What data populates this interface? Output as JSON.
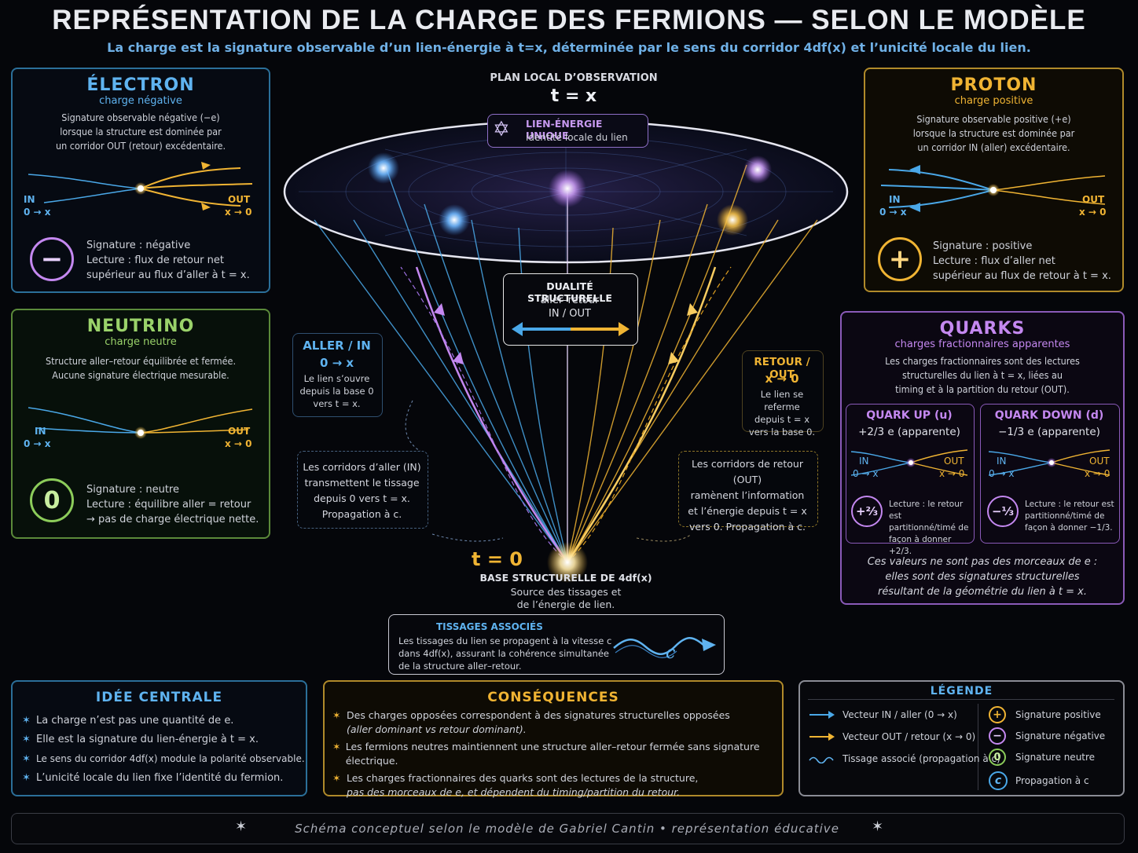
{
  "header": {
    "title": "REPRÉSENTATION DE LA CHARGE DES FERMIONS — SELON LE MODÈLE",
    "subtitle": "La charge est la signature observable d’un lien-énergie à t=x, déterminée par le sens du corridor 4df(x) et l’unicité locale du lien."
  },
  "electron": {
    "title": "ÉLECTRON",
    "subtitle": "charge négative",
    "text": [
      "Signature observable négative (−e)",
      "lorsque la structure est dominée par",
      "un corridor OUT (retour) excédentaire."
    ],
    "in_label": "IN",
    "in_dir": "0 → x",
    "out_label": "OUT",
    "out_dir": "x → 0",
    "symbol": "−",
    "signature": "Signature :  négative",
    "reading": [
      "Lecture : flux de retour net",
      "supérieur au flux d’aller à t = x."
    ]
  },
  "neutrino": {
    "title": "NEUTRINO",
    "subtitle": "charge neutre",
    "text": [
      "Structure aller–retour équilibrée et fermée.",
      "Aucune signature électrique mesurable."
    ],
    "in_label": "IN",
    "in_dir": "0 → x",
    "out_label": "OUT",
    "out_dir": "x → 0",
    "symbol": "0",
    "signature": "Signature :  neutre",
    "reading": [
      "Lecture : équilibre aller = retour",
      "→ pas de charge électrique nette."
    ]
  },
  "proton": {
    "title": "PROTON",
    "subtitle": "charge positive",
    "text": [
      "Signature observable positive (+e)",
      "lorsque la structure est dominée par",
      "un corridor IN (aller) excédentaire."
    ],
    "in_label": "IN",
    "in_dir": "0 → x",
    "out_label": "OUT",
    "out_dir": "x → 0",
    "symbol": "+",
    "signature": "Signature : positive",
    "reading": [
      "Lecture : flux d’aller net",
      "supérieur au flux de retour à t = x."
    ]
  },
  "quarks": {
    "title": "QUARKS",
    "subtitle": "charges fractionnaires apparentes",
    "text": [
      "Les charges fractionnaires sont des lectures",
      "structurelles du lien à t = x, liées au",
      "timing et à la partition du retour (OUT)."
    ],
    "up": {
      "title": "QUARK UP (u)",
      "value": "+2/3 e (apparente)",
      "in_label": "IN",
      "in_dir": "0 → x",
      "out_label": "OUT",
      "out_dir": "x → 0",
      "symbol": "+⅔",
      "reading": [
        "Lecture : le retour est",
        "partitionné/timé de",
        "façon à donner +2/3."
      ]
    },
    "down": {
      "title": "QUARK DOWN (d)",
      "value": "−1/3 e (apparente)",
      "in_label": "IN",
      "in_dir": "0 → x",
      "out_label": "OUT",
      "out_dir": "x → 0",
      "symbol": "−⅓",
      "reading": [
        "Lecture : le retour est",
        "partitionné/timé de",
        "façon à donner −1/3."
      ]
    },
    "note": [
      "Ces valeurs ne sont pas des morceaux de e :",
      "elles sont des signatures structurelles",
      "résultant de la géométrie du lien à t = x."
    ]
  },
  "center": {
    "plane_label": "PLAN LOCAL D’OBSERVATION",
    "plane_eq": "t = x",
    "unique_title": "LIEN-ÉNERGIE UNIQUE",
    "unique_sub": "identité locale du lien",
    "duality_title": "DUALITÉ STRUCTURELLE",
    "duality_sub": "aller–retour",
    "duality_inout": "IN / OUT",
    "aller_title": "ALLER / IN",
    "aller_dir": "0 → x",
    "aller_text": [
      "Le lien s’ouvre",
      "depuis la base 0",
      "vers t = x."
    ],
    "retour_title": "RETOUR / OUT",
    "retour_dir": "x → 0",
    "retour_text": [
      "Le lien se referme",
      "depuis t = x",
      "vers la base 0."
    ],
    "in_corr": [
      "Les corridors d’aller (IN)",
      "transmettent le tissage",
      "depuis 0 vers t = x.",
      "Propagation à c."
    ],
    "out_corr": [
      "Les corridors de retour (OUT)",
      "ramènent l’information",
      "et l’énergie depuis t = x",
      "vers 0. Propagation à c."
    ],
    "t0": "t = 0",
    "base_title": "BASE STRUCTURELLE DE 4df(x)",
    "base_text": [
      "Source des tissages et",
      "de l’énergie de lien."
    ],
    "tissages_title": "TISSAGES ASSOCIÉS",
    "tissages_text": [
      "Les tissages du lien se propagent à la vitesse c",
      "dans 4df(x), assurant la cohérence simultanée",
      "de la structure aller–retour."
    ],
    "c_symbol": "c"
  },
  "idee": {
    "title": "IDÉE CENTRALE",
    "items": [
      "La charge n’est pas une quantité de e.",
      "Elle est la signature du lien-énergie à t = x.",
      "Le sens du corridor 4df(x) module la polarité observable.",
      "L’unicité locale du lien fixe l’identité du fermion."
    ]
  },
  "consequences": {
    "title": "CONSÉQUENCES",
    "items": [
      [
        "Des charges opposées correspondent à des signatures structurelles opposées",
        "(aller dominant vs retour dominant)."
      ],
      [
        "Les fermions neutres maintiennent une structure aller–retour fermée sans signature électrique."
      ],
      [
        "Les charges fractionnaires des quarks sont des lectures de la structure,",
        "pas des morceaux de e, et dépendent du timing/partition du retour."
      ]
    ]
  },
  "legend": {
    "title": "LÉGENDE",
    "left": [
      "Vecteur IN / aller (0 → x)",
      "Vecteur OUT / retour (x → 0)",
      "Tissage associé (propagation à c)"
    ],
    "right": [
      "Signature positive",
      "Signature négative",
      "Signature neutre",
      "Propagation à c"
    ],
    "right_symbols": [
      "+",
      "−",
      "0",
      "c"
    ]
  },
  "footer": {
    "text": "Schéma conceptuel selon le modèle de Gabriel Cantin • représentation éducative",
    "star": "✶"
  },
  "colors": {
    "blue": "#4aa8e8",
    "gold": "#f0b433",
    "purple": "#b77ee8",
    "green": "#8ccc5a",
    "bg": "#05060a"
  }
}
